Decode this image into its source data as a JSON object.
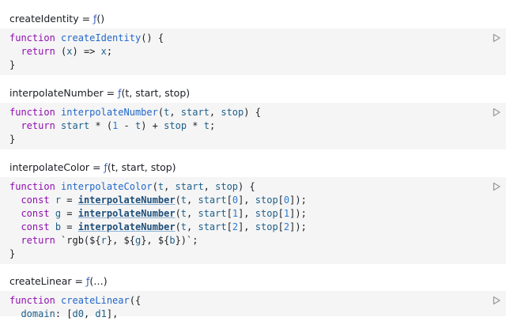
{
  "cells": [
    {
      "title_name": "createIdentity",
      "title_eq": " = ",
      "title_f": "ƒ",
      "title_args": "()",
      "lines": [
        [
          {
            "t": "function",
            "c": "kw"
          },
          {
            "t": " ",
            "c": "op"
          },
          {
            "t": "createIdentity",
            "c": "fn"
          },
          {
            "t": "() {",
            "c": "op"
          }
        ],
        [
          {
            "t": "  ",
            "c": "op"
          },
          {
            "t": "return",
            "c": "kw"
          },
          {
            "t": " (",
            "c": "op"
          },
          {
            "t": "x",
            "c": "va"
          },
          {
            "t": ") => ",
            "c": "op"
          },
          {
            "t": "x",
            "c": "va"
          },
          {
            "t": ";",
            "c": "op"
          }
        ],
        [
          {
            "t": "}",
            "c": "op"
          }
        ]
      ]
    },
    {
      "title_name": "interpolateNumber",
      "title_eq": " = ",
      "title_f": "ƒ",
      "title_args": "(t, start, stop)",
      "lines": [
        [
          {
            "t": "function",
            "c": "kw"
          },
          {
            "t": " ",
            "c": "op"
          },
          {
            "t": "interpolateNumber",
            "c": "fn"
          },
          {
            "t": "(",
            "c": "op"
          },
          {
            "t": "t",
            "c": "va"
          },
          {
            "t": ", ",
            "c": "op"
          },
          {
            "t": "start",
            "c": "va"
          },
          {
            "t": ", ",
            "c": "op"
          },
          {
            "t": "stop",
            "c": "va"
          },
          {
            "t": ") {",
            "c": "op"
          }
        ],
        [
          {
            "t": "  ",
            "c": "op"
          },
          {
            "t": "return",
            "c": "kw"
          },
          {
            "t": " ",
            "c": "op"
          },
          {
            "t": "start",
            "c": "va"
          },
          {
            "t": " * (",
            "c": "op"
          },
          {
            "t": "1",
            "c": "nu"
          },
          {
            "t": " - ",
            "c": "op"
          },
          {
            "t": "t",
            "c": "va"
          },
          {
            "t": ") + ",
            "c": "op"
          },
          {
            "t": "stop",
            "c": "va"
          },
          {
            "t": " * ",
            "c": "op"
          },
          {
            "t": "t",
            "c": "va"
          },
          {
            "t": ";",
            "c": "op"
          }
        ],
        [
          {
            "t": "}",
            "c": "op"
          }
        ]
      ]
    },
    {
      "title_name": "interpolateColor",
      "title_eq": " = ",
      "title_f": "ƒ",
      "title_args": "(t, start, stop)",
      "lines": [
        [
          {
            "t": "function",
            "c": "kw"
          },
          {
            "t": " ",
            "c": "op"
          },
          {
            "t": "interpolateColor",
            "c": "fn"
          },
          {
            "t": "(",
            "c": "op"
          },
          {
            "t": "t",
            "c": "va"
          },
          {
            "t": ", ",
            "c": "op"
          },
          {
            "t": "start",
            "c": "va"
          },
          {
            "t": ", ",
            "c": "op"
          },
          {
            "t": "stop",
            "c": "va"
          },
          {
            "t": ") {",
            "c": "op"
          }
        ],
        [
          {
            "t": "  ",
            "c": "op"
          },
          {
            "t": "const",
            "c": "kw"
          },
          {
            "t": " ",
            "c": "op"
          },
          {
            "t": "r",
            "c": "va"
          },
          {
            "t": " = ",
            "c": "op"
          },
          {
            "t": "interpolateNumber",
            "c": "ref"
          },
          {
            "t": "(",
            "c": "op"
          },
          {
            "t": "t",
            "c": "va"
          },
          {
            "t": ", ",
            "c": "op"
          },
          {
            "t": "start",
            "c": "va"
          },
          {
            "t": "[",
            "c": "op"
          },
          {
            "t": "0",
            "c": "nu"
          },
          {
            "t": "], ",
            "c": "op"
          },
          {
            "t": "stop",
            "c": "va"
          },
          {
            "t": "[",
            "c": "op"
          },
          {
            "t": "0",
            "c": "nu"
          },
          {
            "t": "]);",
            "c": "op"
          }
        ],
        [
          {
            "t": "  ",
            "c": "op"
          },
          {
            "t": "const",
            "c": "kw"
          },
          {
            "t": " ",
            "c": "op"
          },
          {
            "t": "g",
            "c": "va"
          },
          {
            "t": " = ",
            "c": "op"
          },
          {
            "t": "interpolateNumber",
            "c": "ref"
          },
          {
            "t": "(",
            "c": "op"
          },
          {
            "t": "t",
            "c": "va"
          },
          {
            "t": ", ",
            "c": "op"
          },
          {
            "t": "start",
            "c": "va"
          },
          {
            "t": "[",
            "c": "op"
          },
          {
            "t": "1",
            "c": "nu"
          },
          {
            "t": "], ",
            "c": "op"
          },
          {
            "t": "stop",
            "c": "va"
          },
          {
            "t": "[",
            "c": "op"
          },
          {
            "t": "1",
            "c": "nu"
          },
          {
            "t": "]);",
            "c": "op"
          }
        ],
        [
          {
            "t": "  ",
            "c": "op"
          },
          {
            "t": "const",
            "c": "kw"
          },
          {
            "t": " ",
            "c": "op"
          },
          {
            "t": "b",
            "c": "va"
          },
          {
            "t": " = ",
            "c": "op"
          },
          {
            "t": "interpolateNumber",
            "c": "ref"
          },
          {
            "t": "(",
            "c": "op"
          },
          {
            "t": "t",
            "c": "va"
          },
          {
            "t": ", ",
            "c": "op"
          },
          {
            "t": "start",
            "c": "va"
          },
          {
            "t": "[",
            "c": "op"
          },
          {
            "t": "2",
            "c": "nu"
          },
          {
            "t": "], ",
            "c": "op"
          },
          {
            "t": "stop",
            "c": "va"
          },
          {
            "t": "[",
            "c": "op"
          },
          {
            "t": "2",
            "c": "nu"
          },
          {
            "t": "]);",
            "c": "op"
          }
        ],
        [
          {
            "t": "  ",
            "c": "op"
          },
          {
            "t": "return",
            "c": "kw"
          },
          {
            "t": " `rgb(${",
            "c": "op"
          },
          {
            "t": "r",
            "c": "va"
          },
          {
            "t": "}, ${",
            "c": "op"
          },
          {
            "t": "g",
            "c": "va"
          },
          {
            "t": "}, ${",
            "c": "op"
          },
          {
            "t": "b",
            "c": "va"
          },
          {
            "t": "})`;",
            "c": "op"
          }
        ],
        [
          {
            "t": "}",
            "c": "op"
          }
        ]
      ]
    },
    {
      "title_name": "createLinear",
      "title_eq": " = ",
      "title_f": "ƒ",
      "title_args": "(…)",
      "lines": [
        [
          {
            "t": "function",
            "c": "kw"
          },
          {
            "t": " ",
            "c": "op"
          },
          {
            "t": "createLinear",
            "c": "fn"
          },
          {
            "t": "({",
            "c": "op"
          }
        ],
        [
          {
            "t": "  ",
            "c": "op"
          },
          {
            "t": "domain",
            "c": "va"
          },
          {
            "t": ": [",
            "c": "op"
          },
          {
            "t": "d0",
            "c": "va"
          },
          {
            "t": ", ",
            "c": "op"
          },
          {
            "t": "d1",
            "c": "va"
          },
          {
            "t": "],",
            "c": "op"
          }
        ]
      ]
    }
  ],
  "run_icon": "play-triangle-icon"
}
